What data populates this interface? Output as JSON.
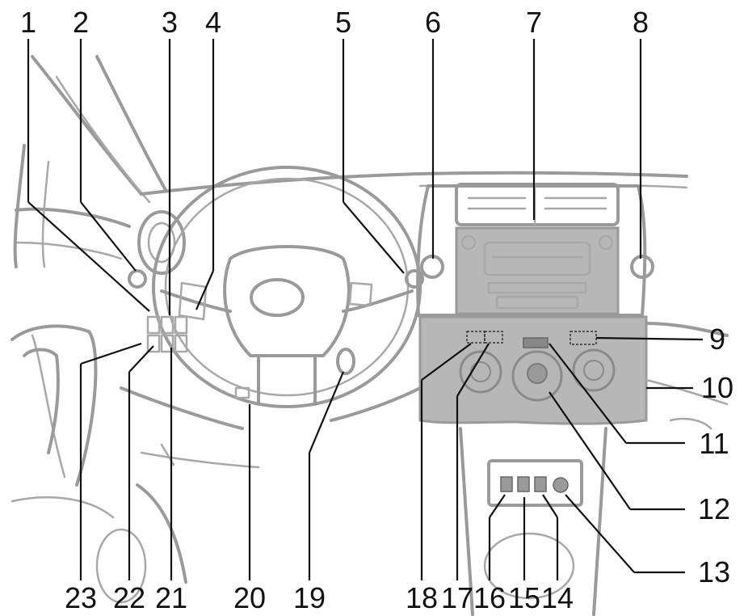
{
  "diagram": {
    "callouts": [
      {
        "id": "1",
        "label": "1"
      },
      {
        "id": "2",
        "label": "2"
      },
      {
        "id": "3",
        "label": "3"
      },
      {
        "id": "4",
        "label": "4"
      },
      {
        "id": "5",
        "label": "5"
      },
      {
        "id": "6",
        "label": "6"
      },
      {
        "id": "7",
        "label": "7"
      },
      {
        "id": "8",
        "label": "8"
      },
      {
        "id": "9",
        "label": "9"
      },
      {
        "id": "10",
        "label": "10"
      },
      {
        "id": "11",
        "label": "11"
      },
      {
        "id": "12",
        "label": "12"
      },
      {
        "id": "13",
        "label": "13"
      },
      {
        "id": "14",
        "label": "14"
      },
      {
        "id": "15",
        "label": "15"
      },
      {
        "id": "16",
        "label": "16"
      },
      {
        "id": "17",
        "label": "17"
      },
      {
        "id": "18",
        "label": "18"
      },
      {
        "id": "19",
        "label": "19"
      },
      {
        "id": "20",
        "label": "20"
      },
      {
        "id": "21",
        "label": "21"
      },
      {
        "id": "22",
        "label": "22"
      },
      {
        "id": "23",
        "label": "23"
      }
    ],
    "colors": {
      "outline": "#9a9a9a",
      "console_fill": "#b7b7b7",
      "leader": "#111111",
      "text": "#111111"
    }
  }
}
